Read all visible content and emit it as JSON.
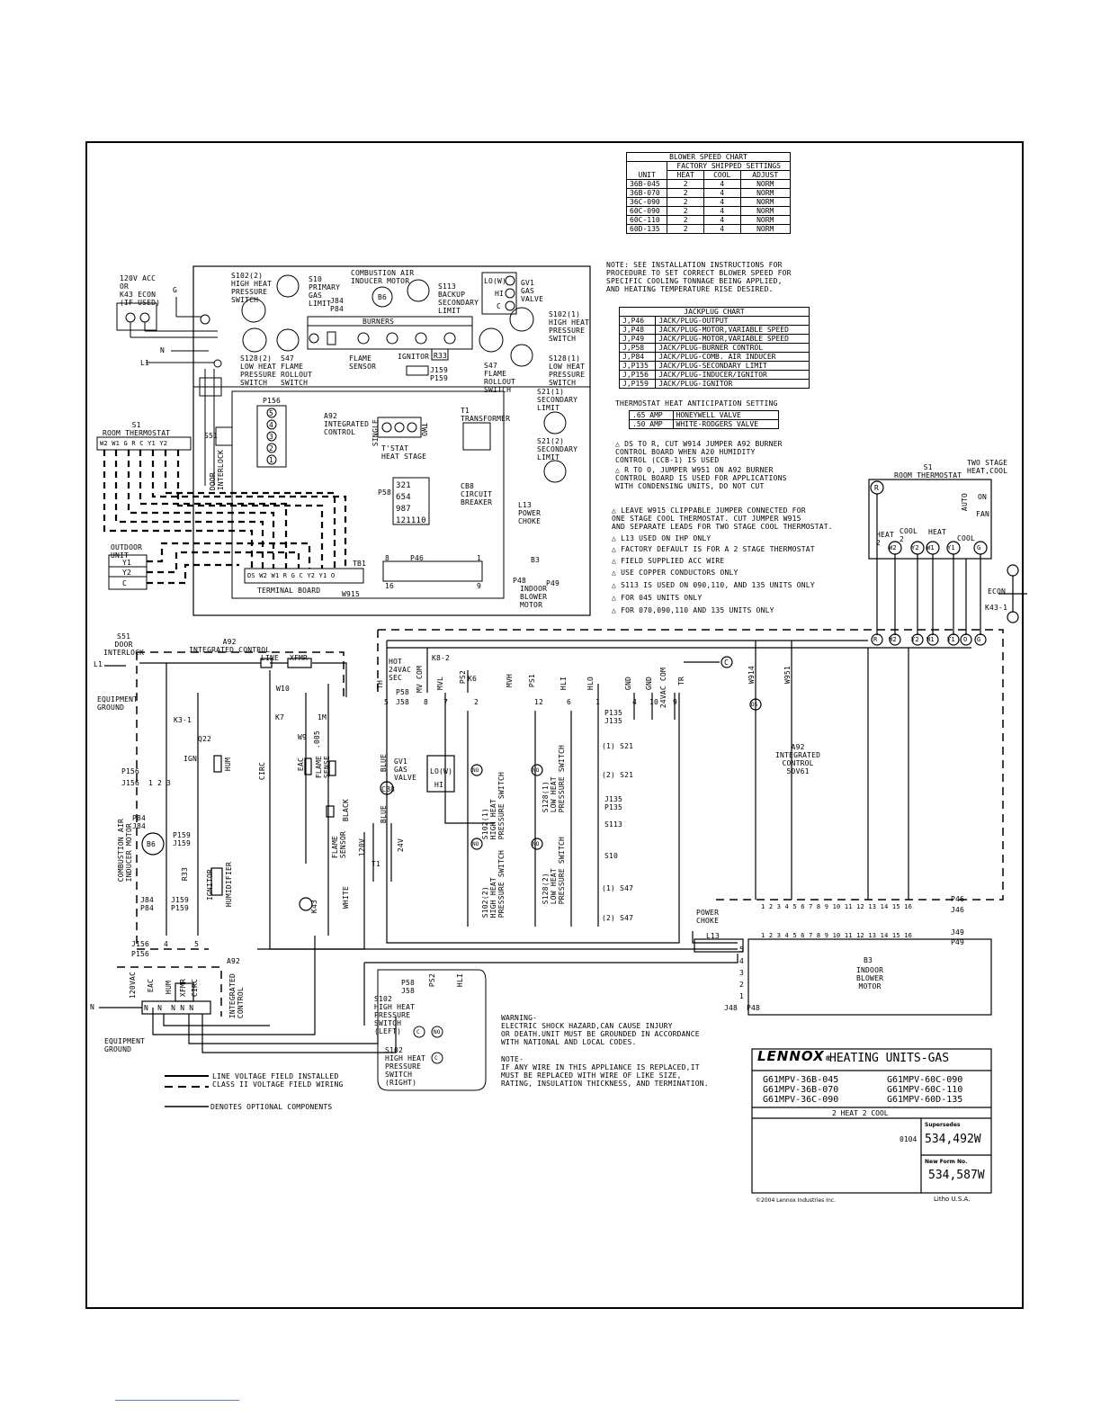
{
  "blower_chart": {
    "title": "BLOWER SPEED CHART",
    "subtitle": "FACTORY SHIPPED SETTINGS",
    "headers": [
      "UNIT",
      "HEAT",
      "COOL",
      "ADJUST"
    ],
    "rows": [
      [
        "36B-045",
        "2",
        "4",
        "NORM"
      ],
      [
        "36B-070",
        "2",
        "4",
        "NORM"
      ],
      [
        "36C-090",
        "2",
        "4",
        "NORM"
      ],
      [
        "60C-090",
        "2",
        "4",
        "NORM"
      ],
      [
        "60C-110",
        "2",
        "4",
        "NORM"
      ],
      [
        "60D-135",
        "2",
        "4",
        "NORM"
      ]
    ]
  },
  "note_blower": "NOTE: SEE INSTALLATION INSTRUCTIONS FOR\nPROCEDURE TO SET CORRECT BLOWER SPEED FOR\nSPECIFIC COOLING TONNAGE BEING APPLIED,\nAND HEATING TEMPERATURE RISE DESIRED.",
  "jackplug_chart": {
    "title": "JACKPLUG CHART",
    "rows": [
      [
        "J,P46",
        "JACK/PLUG-OUTPUT"
      ],
      [
        "J,P48",
        "JACK/PLUG-MOTOR,VARIABLE SPEED"
      ],
      [
        "J,P49",
        "JACK/PLUG-MOTOR,VARIABLE SPEED"
      ],
      [
        "J,P58",
        "JACK/PLUG-BURNER CONTROL"
      ],
      [
        "J,P84",
        "JACK/PLUG-COMB. AIR INDUCER"
      ],
      [
        "J,P135",
        "JACK/PLUG-SECONDARY LIMIT"
      ],
      [
        "J,P156",
        "JACK/PLUG-INDUCER/IGNITOR"
      ],
      [
        "J,P159",
        "JACK/PLUG-IGNITOR"
      ]
    ]
  },
  "anticipation_chart": {
    "title": "THERMOSTAT HEAT ANTICIPATION SETTING",
    "rows": [
      [
        ".65 AMP",
        "HONEYWELL VALVE"
      ],
      [
        ".50 AMP",
        "WHITE-RODGERS VALVE"
      ]
    ]
  },
  "notes": [
    {
      "num": "1",
      "text": "DS TO R, CUT W914 JUMPER A92 BURNER\nCONTROL BOARD WHEN A20 HUMIDITY\nCONTROL (CCB-1) IS USED"
    },
    {
      "num": "2",
      "text": "R TO O, JUMPER W951 ON A92 BURNER\nCONTROL BOARD IS USED FOR APPLICATIONS\nWITH CONDENSING UNITS, DO NOT CUT"
    },
    {
      "num": "3",
      "text": "LEAVE W915 CLIPPABLE JUMPER CONNECTED FOR\nONE STAGE COOL THERMOSTAT. CUT JUMPER W915\nAND SEPARATE LEADS FOR TWO STAGE COOL THERMOSTAT."
    },
    {
      "num": "4",
      "text": "L13 USED ON IHP ONLY"
    },
    {
      "num": "5",
      "text": "FACTORY DEFAULT IS FOR A 2 STAGE THERMOSTAT"
    },
    {
      "num": "6",
      "text": "FIELD SUPPLIED ACC WIRE"
    },
    {
      "num": "7",
      "text": "USE COPPER CONDUCTORS ONLY"
    },
    {
      "num": "8",
      "text": "S113 IS USED ON 090,110, AND 135 UNITS ONLY"
    },
    {
      "num": "9",
      "text": "FOR 045 UNITS ONLY"
    },
    {
      "num": "10",
      "text": "FOR 070,090,110 AND 135 UNITS ONLY"
    }
  ],
  "upper": {
    "acc": "120V ACC\nOR\nK43 ECON\n(IF USED)",
    "g": "G",
    "n": "N",
    "l1": "L1",
    "s102_2": "S102(2)\nHIGH HEAT\nPRESSURE\nSWITCH",
    "s10": "S10\nPRIMARY\nGAS\nLIMIT",
    "cai": "COMBUSTION AIR\nINDUCER MOTOR",
    "b6": "B6",
    "j84": "J84\nP84",
    "s113": "S113\nBACKUP\nSECONDARY\nLIMIT",
    "gv1": "GV1\nGAS\nVALVE",
    "lo": "LO(W)",
    "hi": "HI",
    "c": "C",
    "burners": "BURNERS",
    "s102_1": "S102(1)\nHIGH HEAT\nPRESSURE\nSWITCH",
    "s128_2": "S128(2)\nLOW HEAT\nPRESSURE\nSWITCH",
    "s47a": "S47\nFLAME\nROLLOUT\nSWITCH",
    "flame": "FLAME\nSENSOR",
    "ignitor": "IGNITOR",
    "r33": "R33",
    "j159": "J159\nP159",
    "s47b": "S47\nFLAME\nROLLOUT\nSWITCH",
    "s128_1": "S128(1)\nLOW HEAT\nPRESSURE\nSWITCH",
    "s21_1": "S21(1)\nSECONDARY\nLIMIT",
    "s21_2": "S21(2)\nSECONDARY\nLIMIT",
    "p156": "P156",
    "p156_pins": [
      "5",
      "4",
      "3",
      "2",
      "1"
    ],
    "a92": "A92\nINTEGRATED\nCONTROL",
    "single": "SINGLE",
    "two": "TWO",
    "tstat": "T'STAT\nHEAT STAGE",
    "t1": "T1\nTRANSFORMER",
    "cb8": "CB8\nCIRCUIT\nBREAKER",
    "l13": "L13\nPOWER\nCHOKE",
    "p58": "P58",
    "p58_pins": [
      "3",
      "2",
      "1",
      "6",
      "5",
      "4",
      "9",
      "8",
      "7",
      "12",
      "11",
      "10"
    ],
    "p46": "P46",
    "p46_8": "8",
    "p46_1": "1",
    "p46_16": "16",
    "p46_9": "9",
    "b3": "B3",
    "p48": "P48",
    "p49": "P49",
    "b3_label": "INDOOR\nBLOWER\nMOTOR",
    "s51": "S51",
    "door": "DOOR\nINTERLOCK",
    "tb1": "TB1",
    "terminal": "TERMINAL BOARD",
    "w915": "W915",
    "tb_terms": [
      "DS",
      "W2",
      "W1",
      "R",
      "G",
      "C",
      "Y2",
      "Y1",
      "O"
    ],
    "s1": "S1\nROOM THERMOSTAT",
    "s1_terms": [
      "W2",
      "W1",
      "G",
      "R",
      "C",
      "Y1",
      "Y2"
    ],
    "outdoor": "OUTDOOR\nUNIT",
    "y1": "Y1",
    "y2": "Y2",
    "oc": "C"
  },
  "right": {
    "s1": "S1\nROOM THERMOSTAT",
    "twostage": "TWO STAGE\nHEAT,COOL",
    "r": "R",
    "auto": "AUTO",
    "on": "ON",
    "fan": "FAN",
    "heat": "HEAT\n2",
    "cool2": "COOL\n2",
    "cool": "COOL",
    "heat1": "HEAT",
    "terms": [
      "W2",
      "Y2",
      "W1",
      "Y1",
      "G"
    ],
    "econ": "ECON",
    "k43": "K43-1",
    "bot_terms": [
      "R",
      "W2",
      "Y2",
      "W1",
      "Y1",
      "O",
      "G"
    ]
  },
  "lower": {
    "s51": "S51\nDOOR\nINTERLOCK",
    "l1": "L1",
    "a92": "A92\nINTEGRATED CONTROL",
    "line": "LINE",
    "xfmr": "XFMR",
    "equip": "EQUIPMENT\nGROUND",
    "k3": "K3-1",
    "w10": "W10",
    "k7": "K7",
    "q22": "Q22",
    "ign": "IGN",
    "hum": "HUM",
    "circ": "CIRC",
    "im": "1M",
    "w9": "W9",
    "cap": ".005",
    "eac": "EAC",
    "flamesense": "FLAME\nSENSE",
    "p156": "P156",
    "j156": "J156",
    "p156_pins": [
      "1",
      "2",
      "3"
    ],
    "p84": "P84\nJ84",
    "b6": "B6",
    "cai": "COMBUSTION AIR\nINDUCER MOTOR",
    "p159": "P159\nJ159",
    "r33": "R33",
    "ignitor": "IGNITOR",
    "humidifier": "HUMIDIFIER",
    "j84b": "J84\nP84",
    "j159b": "J159\nP159",
    "j156b": "J156",
    "p156b": "P156",
    "a92b": "A92",
    "pin4": "4",
    "pin5": "5",
    "flamesensor": "FLAME\nSENSOR",
    "black": "BLACK",
    "white": "WHITE",
    "k43": "K43",
    "v120": "120V",
    "v24": "24V",
    "t1": "T1",
    "blue1": "BLUE",
    "blue2": "BLUE",
    "cb8": "CB8",
    "hot": "HOT\n24VAC\nSEC",
    "k8": "K8-2",
    "k6": "K6",
    "p58": "P58",
    "j58": "J58",
    "pin_labels": [
      "TH",
      "MV COM",
      "MVL",
      "PS2",
      "MVH",
      "PS1",
      "HLI",
      "HLO",
      "GND",
      "GND",
      "24VAC COM",
      "TR"
    ],
    "pin_nums": [
      "5",
      "8",
      "7",
      "2",
      "",
      "12",
      "6",
      "1",
      "4",
      "10",
      "9"
    ],
    "gv1": "GV1\nGAS\nVALVE",
    "lo": "LO(W)",
    "hi": "HI",
    "s102_1": "S102(1)\nHIGH HEAT\nPRESSURE SWITCH",
    "s128_1": "S128(1)\nLOW HEAT\nPRESSURE SWITCH",
    "s102_2": "S102(2)\nHIGH HEAT\nPRESSURE SWITCH",
    "s128_2": "S128(2)\nLOW HEAT\nPRESSURE SWITCH",
    "no": "NO",
    "p135": "P135\nJ135",
    "s21a": "(1) S21",
    "s21b": "(2) S21",
    "j135": "J135\nP135",
    "s113": "S113",
    "s10": "S10",
    "s47a": "(1) S47",
    "s47b": "(2) S47",
    "c": "C",
    "w914": "W914",
    "w951": "W951",
    "ds": "DS",
    "a92c": "A92\nINTEGRATED\nCONTROL\n50V61",
    "p46": "P46",
    "j46": "J46",
    "j49": "J49",
    "p49": "P49",
    "pins16": [
      "1",
      "2",
      "3",
      "4",
      "5",
      "6",
      "7",
      "8",
      "9",
      "10",
      "11",
      "12",
      "13",
      "14",
      "15",
      "16"
    ],
    "power_choke": "POWER\nCHOKE",
    "l13": "L13",
    "b3": "B3",
    "b3_label": "INDOOR\nBLOWER\nMOTOR",
    "j48": "J48",
    "p48": "P48",
    "m_pins": [
      "5",
      "4",
      "3",
      "2",
      "1"
    ]
  },
  "bottom_left": {
    "v120": "120VAC",
    "eac": "EAC",
    "hum": "HUM",
    "xfmr": "XFMR",
    "circ": "CIRC",
    "n": "N",
    "integrated": "INTEGRATED\nCONTROL",
    "equip": "EQUIPMENT\nGROUND",
    "nn": [
      "N",
      "N",
      "N",
      "N",
      "N"
    ]
  },
  "inset": {
    "p58": "P58\nJ58",
    "ps2": "PS2",
    "hli": "HLI",
    "s102a": "S102\nHIGH HEAT\nPRESSURE\nSWITCH\n(LEFT)",
    "s102b": "S102\nHIGH HEAT\nPRESSURE\nSWITCH\n(RIGHT)",
    "c": "C",
    "no": "NO"
  },
  "legend": {
    "line": "LINE VOLTAGE FIELD INSTALLED",
    "class2": "CLASS II VOLTAGE FIELD WIRING",
    "optional": "DENOTES OPTIONAL COMPONENTS"
  },
  "warning": "WARNING-\nELECTRIC SHOCK HAZARD,CAN CAUSE INJURY\nOR DEATH.UNIT MUST BE GROUNDED IN ACCORDANCE\nWITH NATIONAL AND LOCAL CODES.",
  "note_wire": "NOTE-\nIF ANY WIRE IN THIS APPLIANCE IS REPLACED,IT\nMUST BE REPLACED WITH WIRE OF LIKE SIZE,\nRATING, INSULATION THICKNESS, AND TERMINATION.",
  "titleblock": {
    "brand": "LENNOX",
    "reg": "®",
    "title": "HEATING UNITS-GAS",
    "models_left": "G61MPV-36B-045\nG61MPV-36B-070\nG61MPV-36C-090",
    "models_right": "G61MPV-60C-090\nG61MPV-60C-110\nG61MPV-60D-135",
    "stage": "2 HEAT 2 COOL",
    "supersedes_label": "Supersedes",
    "date": "0104",
    "supersedes": "534,492W",
    "newform_label": "New Form No.",
    "newform": "534,587W",
    "copyright": "©2004 Lennox Industries Inc.",
    "litho": "Litho U.S.A."
  }
}
